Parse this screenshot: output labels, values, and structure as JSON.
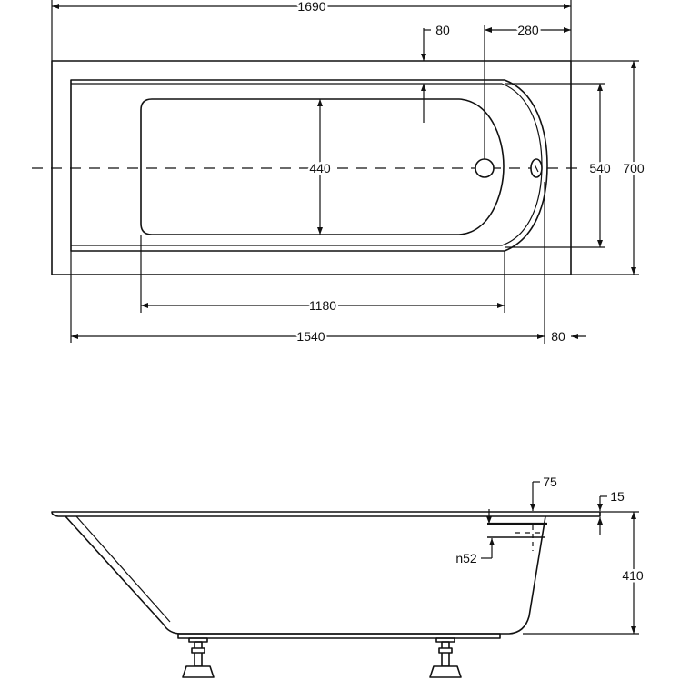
{
  "colors": {
    "line": "#111111",
    "background": "#ffffff"
  },
  "top_view": {
    "overall_length": "1690",
    "overflow_offset": "80",
    "drain_offset": "280",
    "basin_width": "440",
    "inner_width": "540",
    "overall_width": "700",
    "basin_length": "1180",
    "inner_length": "1540",
    "right_rim_width": "80"
  },
  "side_view": {
    "overflow_drop": "75",
    "rim_thickness": "15",
    "drain_diameter": "n52",
    "height": "410"
  }
}
